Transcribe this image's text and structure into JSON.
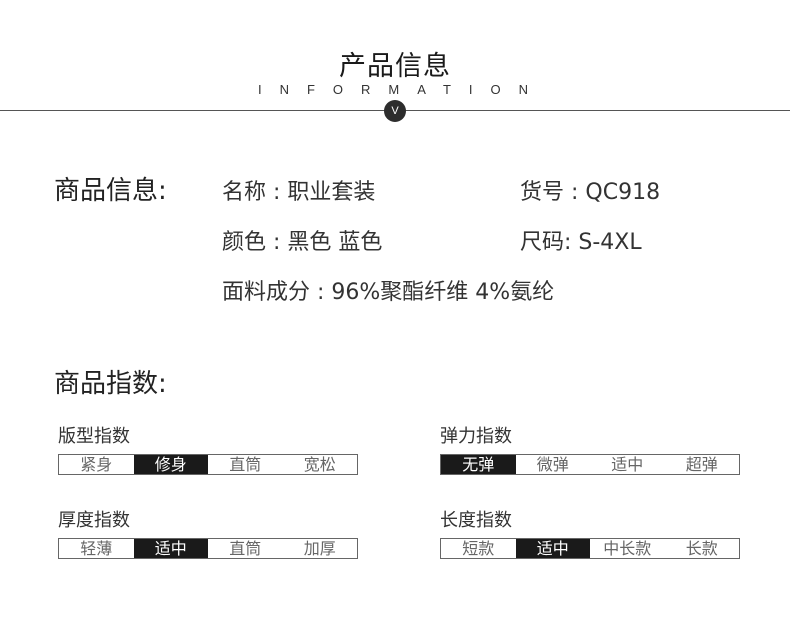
{
  "header": {
    "title": "产品信息",
    "subtitle": "INFORMATION",
    "badge": "V"
  },
  "product_info": {
    "heading": "商品信息:",
    "name": "名称 : 职业套装",
    "item_no": "货号 : QC918",
    "color": "颜色 : 黑色  蓝色",
    "size": "尺码:  S-4XL",
    "fabric": "面料成分 : 96%聚酯纤维  4%氨纶"
  },
  "product_index": {
    "heading": "商品指数:",
    "scales": [
      {
        "label": "版型指数",
        "options": [
          "紧身",
          "修身",
          "直筒",
          "宽松"
        ],
        "selected": "修身"
      },
      {
        "label": "弹力指数",
        "options": [
          "无弹",
          "微弹",
          "适中",
          "超弹"
        ],
        "selected": "无弹"
      },
      {
        "label": "厚度指数",
        "options": [
          "轻薄",
          "适中",
          "直筒",
          "加厚"
        ],
        "selected": "适中"
      },
      {
        "label": "长度指数",
        "options": [
          "短款",
          "适中",
          "中长款",
          "长款"
        ],
        "selected": "适中"
      }
    ]
  }
}
